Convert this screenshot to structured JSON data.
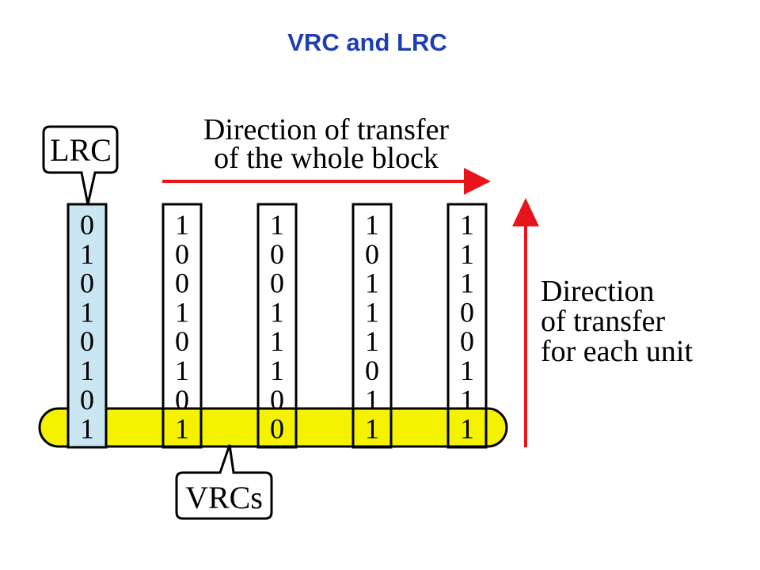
{
  "title": "VRC and LRC",
  "diagram": {
    "lrc_label": "LRC",
    "vrcs_label": "VRCs",
    "transfer_block_label": [
      "Direction of transfer",
      "of the whole block"
    ],
    "transfer_unit_label": [
      "Direction",
      "of transfer",
      "for each unit"
    ],
    "columns": [
      {
        "kind": "lrc",
        "bits": [
          "0",
          "1",
          "0",
          "1",
          "0",
          "1",
          "0",
          "1"
        ]
      },
      {
        "kind": "data",
        "bits": [
          "1",
          "0",
          "0",
          "1",
          "0",
          "1",
          "0",
          "1"
        ]
      },
      {
        "kind": "data",
        "bits": [
          "1",
          "0",
          "0",
          "1",
          "1",
          "1",
          "0",
          "0"
        ]
      },
      {
        "kind": "data",
        "bits": [
          "1",
          "0",
          "1",
          "1",
          "1",
          "0",
          "1",
          "1"
        ]
      },
      {
        "kind": "data",
        "bits": [
          "1",
          "1",
          "1",
          "0",
          "0",
          "1",
          "1",
          "1"
        ]
      }
    ],
    "colors": {
      "lrc_fill": "#c9e6f2",
      "vrc_band": "#f5f200",
      "arrow": "#e8141c",
      "title": "#1f3fb0"
    }
  }
}
